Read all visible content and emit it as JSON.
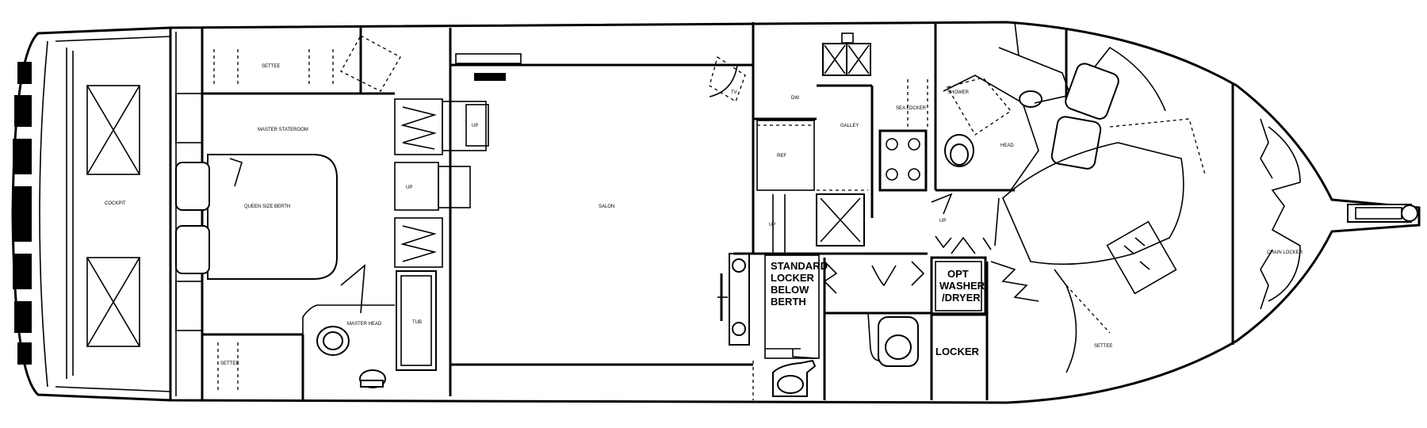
{
  "labels": {
    "stacked_locker": [
      "STANDARD",
      "LOCKER",
      "BELOW",
      "BERTH"
    ],
    "washer_dryer": [
      "OPT",
      "WASHER",
      "/DRYER"
    ],
    "locker": "LOCKER"
  }
}
